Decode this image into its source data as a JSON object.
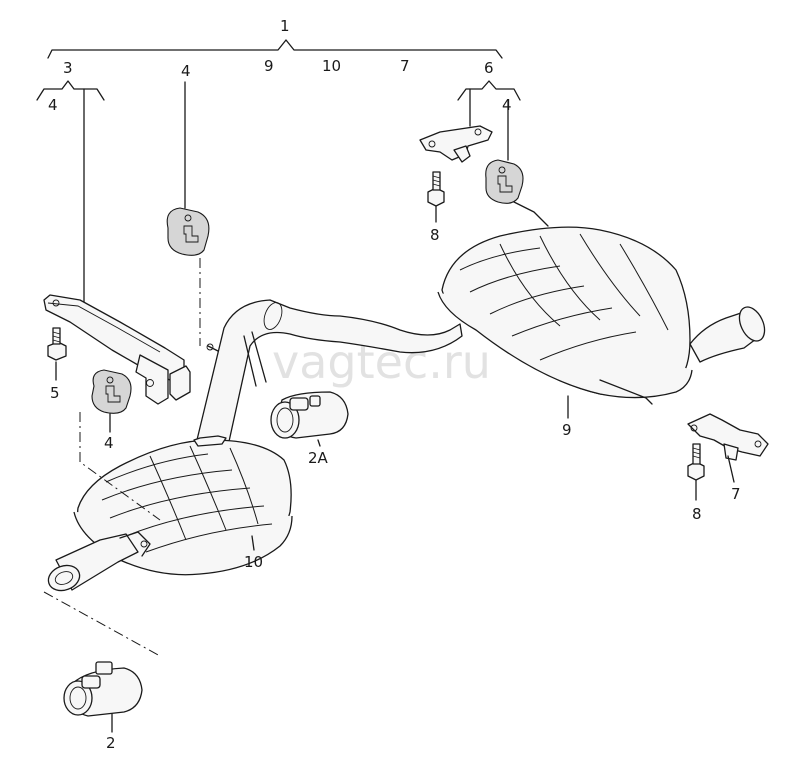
{
  "watermark": "vagtec.ru",
  "labels": {
    "l1": "1",
    "l9_top": "9",
    "l10_top": "10",
    "l7_top": "7",
    "l3": "3",
    "l4_under3": "4",
    "l4_center": "4",
    "l6": "6",
    "l4_right": "4",
    "l8_top": "8",
    "l5": "5",
    "l4_left": "4",
    "l2A": "2A",
    "l9": "9",
    "l8_bottom": "8",
    "l7": "7",
    "l10": "10",
    "l2": "2"
  }
}
